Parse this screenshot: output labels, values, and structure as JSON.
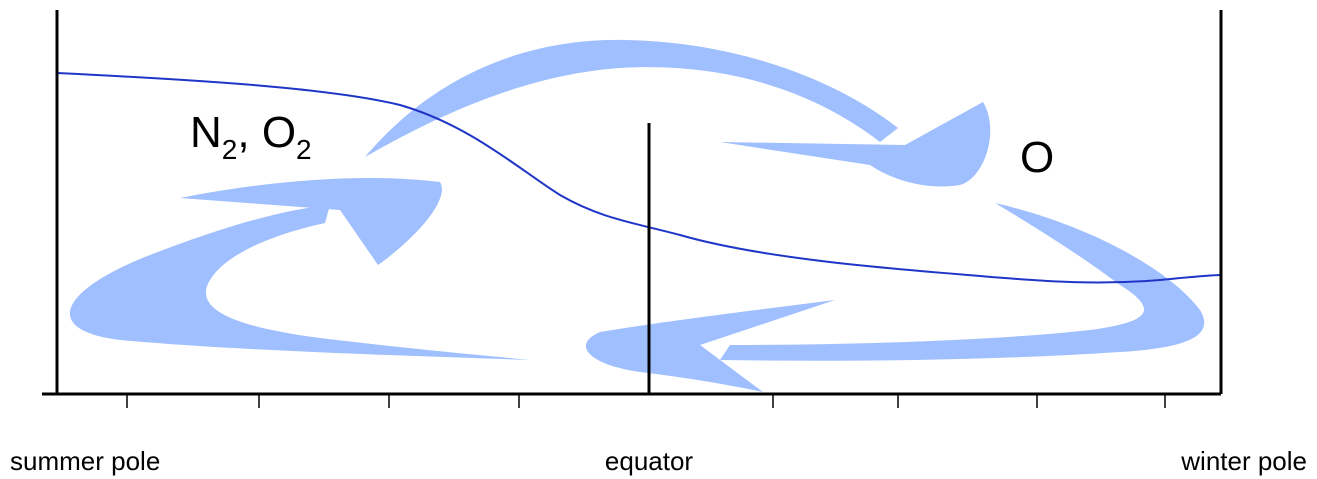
{
  "colors": {
    "arrow": "#a0bfff",
    "curve": "#1f35c8",
    "axis": "#000000"
  },
  "labels": {
    "species_left_n": "N",
    "species_left_n_sub": "2",
    "species_left_sep": ", ",
    "species_left_o": "O",
    "species_left_o_sub": "2",
    "species_right": "O"
  },
  "x_axis": {
    "left": "summer pole",
    "center": "equator",
    "right": "winter pole"
  }
}
